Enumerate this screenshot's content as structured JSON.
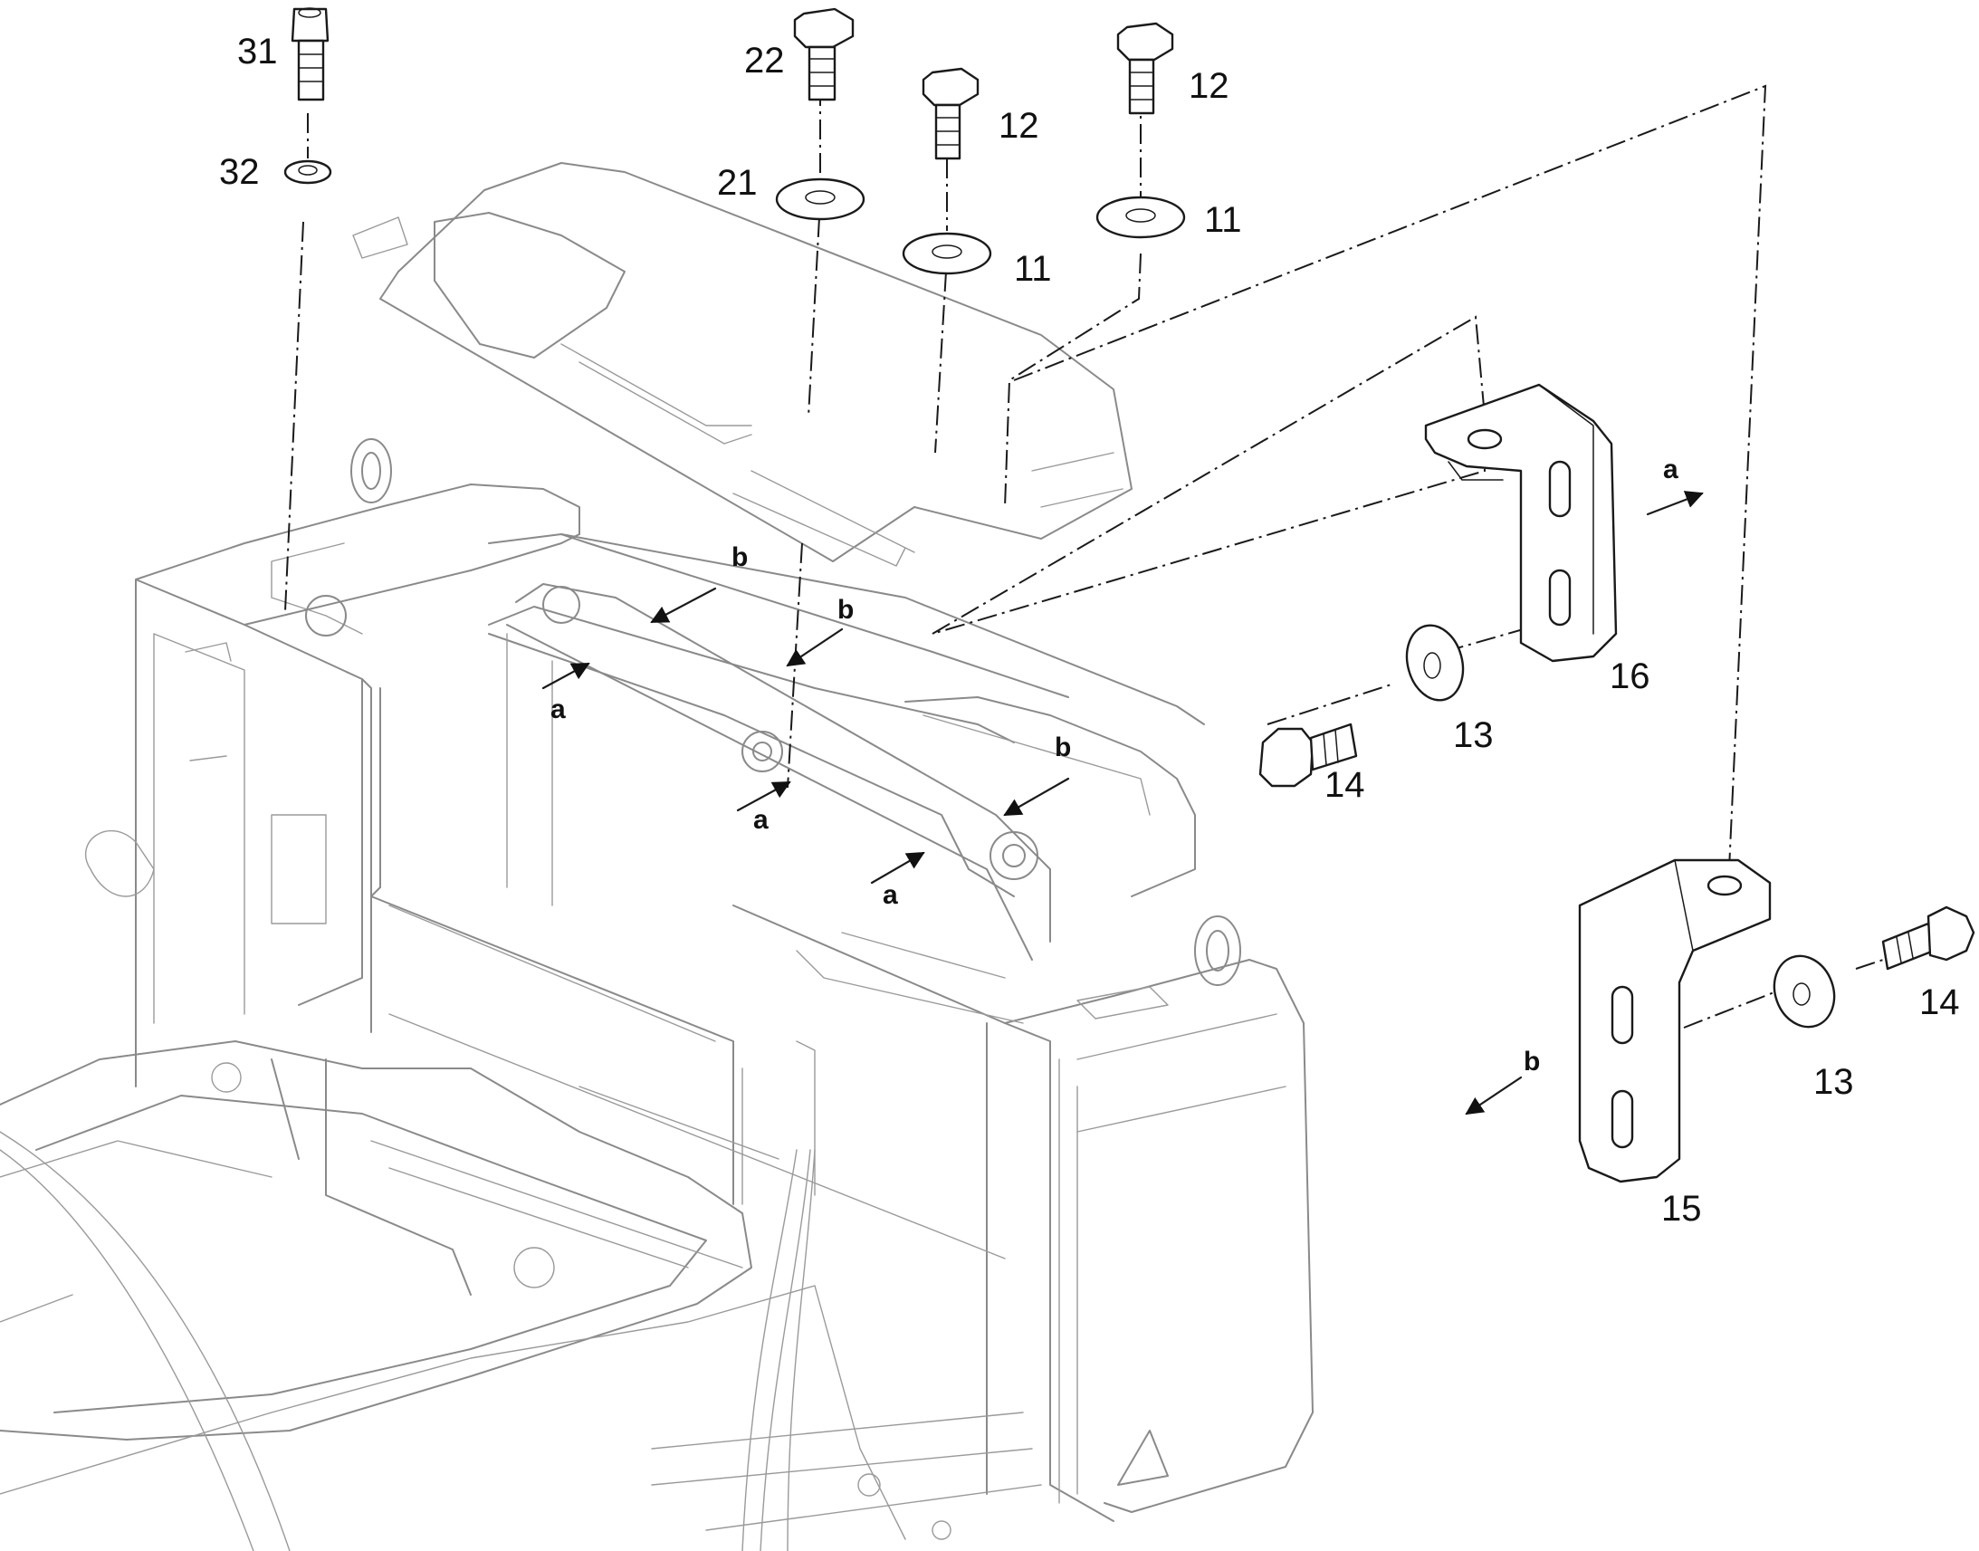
{
  "part_labels": {
    "p31": "31",
    "p32": "32",
    "p22": "22",
    "p21": "21",
    "p12a": "12",
    "p12b": "12",
    "p11a": "11",
    "p11b": "11",
    "p16": "16",
    "p13a": "13",
    "p14a": "14",
    "p15": "15",
    "p13b": "13",
    "p14b": "14"
  },
  "view_letters": {
    "a1": "a",
    "a2": "a",
    "a3": "a",
    "a4": "a",
    "b1": "b",
    "b2": "b",
    "b3": "b",
    "b4": "b"
  }
}
